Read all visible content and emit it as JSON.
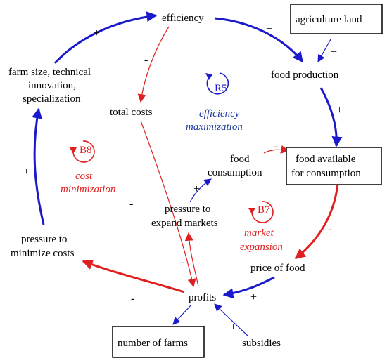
{
  "diagram": {
    "colors": {
      "blue": "#1a1acc",
      "red": "#e02020",
      "navy": "#1f3a9a",
      "black": "#000000"
    },
    "nodes": {
      "efficiency": "efficiency",
      "agriculture_land": "agriculture land",
      "food_production": "food production",
      "farm_size": [
        "farm size, technical",
        "innovation,",
        "specialization"
      ],
      "total_costs": "total costs",
      "food_consumption": [
        "food",
        "consumption"
      ],
      "food_available": [
        "food available",
        "for consumption"
      ],
      "pressure_expand": [
        "pressure to",
        "expand markets"
      ],
      "pressure_minimize": [
        "pressure to",
        "minimize costs"
      ],
      "price_of_food": "price of food",
      "profits": "profits",
      "number_of_farms": "number of farms",
      "subsidies": "subsidies"
    },
    "loops": {
      "r5": {
        "id": "R5",
        "name": [
          "efficiency",
          "maximization"
        ]
      },
      "b8": {
        "id": "B8",
        "name": [
          "cost",
          "minimization"
        ]
      },
      "b7": {
        "id": "B7",
        "name": [
          "market",
          "expansion"
        ]
      }
    },
    "signs": {
      "farm_to_efficiency": "+",
      "efficiency_to_production": "+",
      "land_to_production": "+",
      "production_to_available": "+",
      "efficiency_to_costs": "-",
      "consumption_to_available": "-",
      "expand_to_consumption": "+",
      "available_to_price": "-",
      "pressure_to_farm": "+",
      "costs_to_profits": "-",
      "profits_to_expand": "-",
      "profits_to_minimize": "-",
      "price_to_profits": "+",
      "profits_to_farms": "+",
      "subsidies_to_profits": "+"
    }
  }
}
